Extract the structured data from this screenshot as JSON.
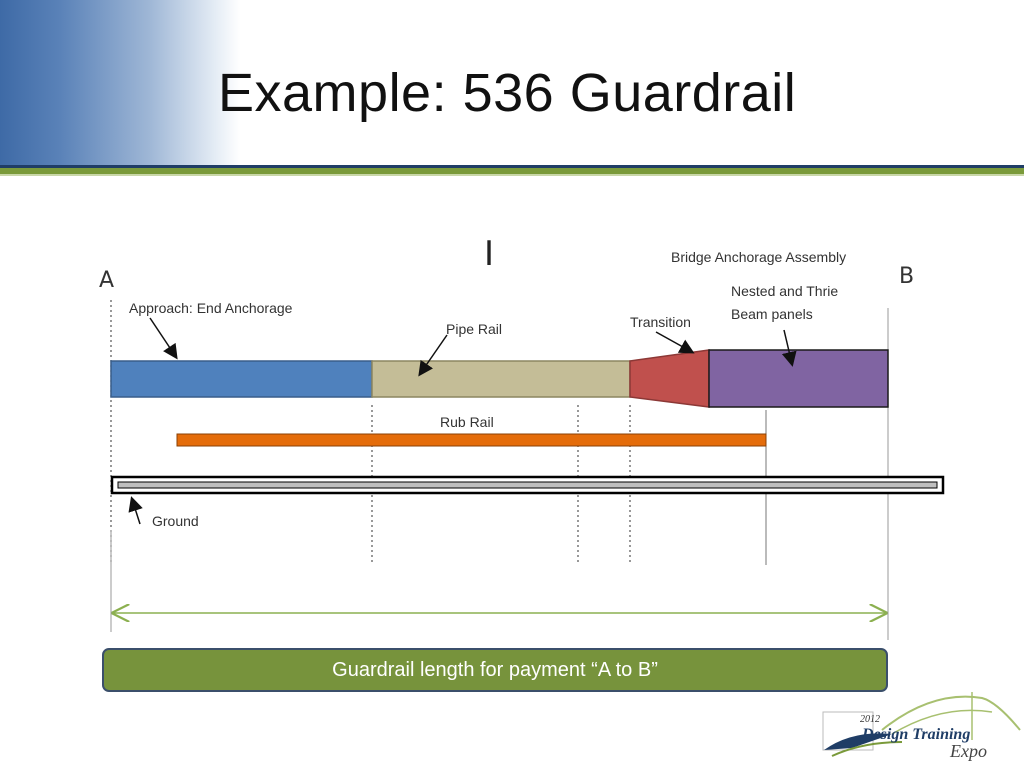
{
  "slide": {
    "title": "Example: 536 Guardrail",
    "cursor_glyph": "I"
  },
  "diagram": {
    "point_a": "A",
    "point_b": "B",
    "labels": {
      "approach": "Approach: End Anchorage",
      "pipe_rail": "Pipe Rail",
      "transition": "Transition",
      "bridge_anchorage": "Bridge Anchorage Assembly",
      "nested_line1": "Nested and Thrie",
      "nested_line2": "Beam panels",
      "rub_rail": "Rub Rail",
      "ground": "Ground"
    },
    "colors": {
      "approach": "#4f81bd",
      "pipe_rail": "#c4bd97",
      "transition": "#c0504d",
      "nested": "#8064a2",
      "rub_rail": "#e46c0a",
      "dimension": "#77933c"
    }
  },
  "caption": {
    "text": "Guardrail length for payment “A to B”"
  },
  "logo": {
    "year": "2012",
    "name": "Design Training",
    "expo": "Expo"
  }
}
